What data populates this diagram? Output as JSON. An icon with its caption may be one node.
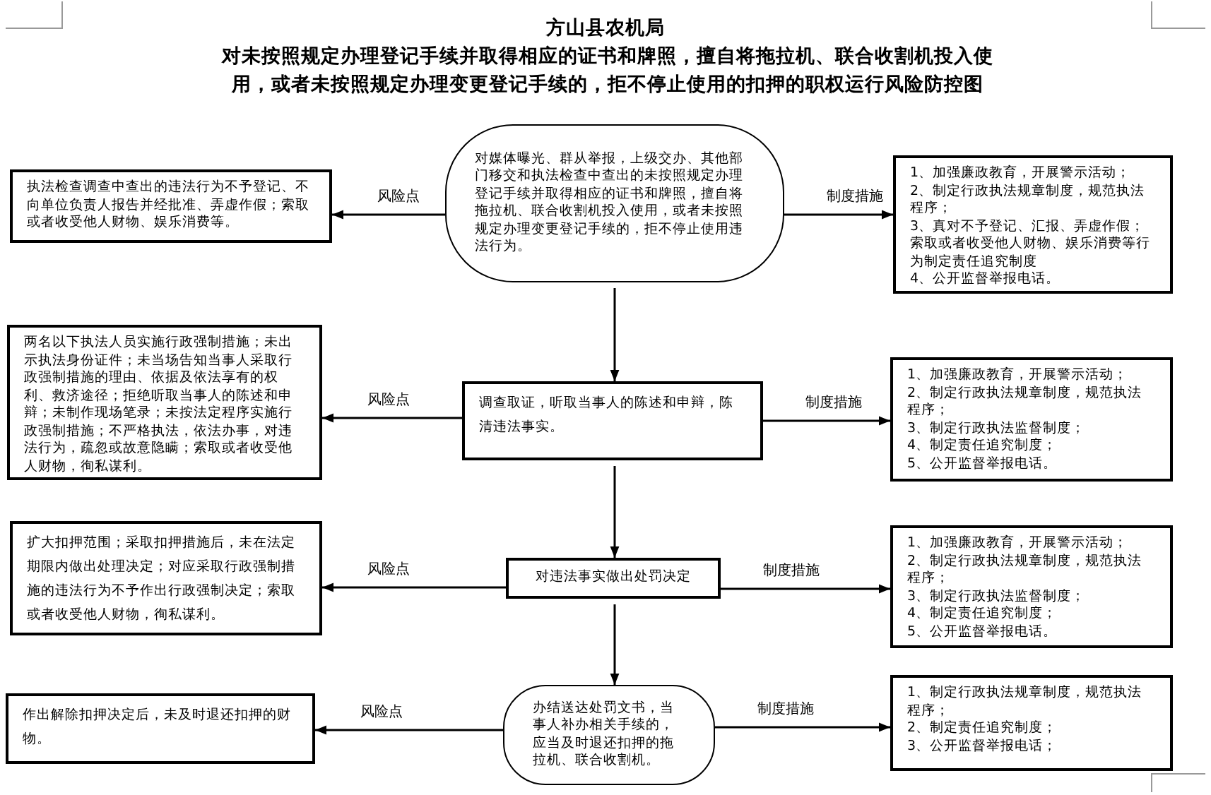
{
  "diagram": {
    "title": "方山县农机局",
    "labels": [
      "对未按照规定办理登记手续并取得相应的证书和牌照，擅自将拖拉机、联合收割机投入使用，或者未按照规定办理变更登记手续的，拒不停止使用的扣押的职权运行风险防控图"
    ],
    "nodes": [
      {
        "text": [
          "对媒体曝光、群从举报，上级交办、其他部门移交和执法检查中查出的未按照规定办理登记手续并取得相应的证书和牌照，擅自将拖拉机、联合收割机投入使用，或者未按照规定办理变更登记手续的，拒不停止使用违法行为。"
        ]
      },
      {
        "text": [
          "执法检查调查中查出的违法行为不予登记、不向单位负责人报告并经批准、弄虚作假；索取或者收受他人财物、娱乐消费等。"
        ]
      },
      {
        "text": [
          "1、加强廉政教育，开展警示活动；",
          "2、制定行政执法规章制度，规范执法程序；",
          "3、真对不予登记、汇报、弄虚作假；索取或者收受他人财物、娱乐消费等行为制定责任追究制度",
          "4、公开监督举报电话。"
        ]
      },
      {
        "text": [
          "调查取证，听取当事人的陈述和申辩，陈清违法事实。"
        ]
      },
      {
        "text": [
          "两名以下执法人员实施行政强制措施；未出示执法身份证件；未当场告知当事人采取行政强制措施的理由、依据及依法享有的权利、救济途径；拒绝听取当事人的陈述和申辩；未制作现场笔录；未按法定程序实施行政强制措施；不严格执法，依法办事，对违法行为，疏忽或故意隐瞒；索取或者收受他人财物，徇私谋利。"
        ]
      },
      {
        "text": [
          "1、加强廉政教育，开展警示活动；",
          "2、制定行政执法规章制度，规范执法程序；",
          "3、制定行政执法监督制度；",
          "4、制定责任追究制度；",
          "5、公开监督举报电话。"
        ]
      },
      {
        "text": [
          "对违法事实做出处罚决定"
        ]
      },
      {
        "text": [
          "扩大扣押范围；采取扣押措施后，未在法定期限内做出处理决定；对应采取行政强制措施的违法行为不予作出行政强制决定；索取或者收受他人财物，徇私谋利。"
        ]
      },
      {
        "text": [
          "1、加强廉政教育，开展警示活动；",
          "2、制定行政执法规章制度，规范执法程序；",
          "3、制定行政执法监督制度；",
          "4、制定责任追究制度；",
          "5、公开监督举报电话。"
        ]
      },
      {
        "text": [
          "办结送达处罚文书，当事人补办相关手续的，应当及时退还扣押的拖拉机、联合收割机。"
        ]
      },
      {
        "text": [
          "作出解除扣押决定后，未及时退还扣押的财物。"
        ]
      },
      {
        "text": [
          "1、制定行政执法规章制度，规范执法程序；",
          "2、制定责任追究制度；",
          "3、公开监督举报电话；"
        ]
      }
    ],
    "edges": [
      {
        "from": 0,
        "to": 1,
        "arrow": "to",
        "label": "风险点"
      },
      {
        "from": 0,
        "to": 2,
        "arrow": "to",
        "label": "制度措施"
      },
      {
        "from": 0,
        "to": 3,
        "arrow": "to"
      },
      {
        "from": 3,
        "to": 4,
        "arrow": "to",
        "label": "风险点"
      },
      {
        "from": 3,
        "to": 5,
        "arrow": "to",
        "label": "制度措施"
      },
      {
        "from": 3,
        "to": 6,
        "arrow": "to"
      },
      {
        "from": 6,
        "to": 7,
        "arrow": "to",
        "label": "风险点"
      },
      {
        "from": 6,
        "to": 8,
        "arrow": "to",
        "label": "制度措施"
      },
      {
        "from": 6,
        "to": 9,
        "arrow": "to"
      },
      {
        "from": 9,
        "to": 10,
        "arrow": "to",
        "label": "风险点"
      },
      {
        "from": 9,
        "to": 11,
        "arrow": "to",
        "label": "制度措施"
      }
    ]
  }
}
